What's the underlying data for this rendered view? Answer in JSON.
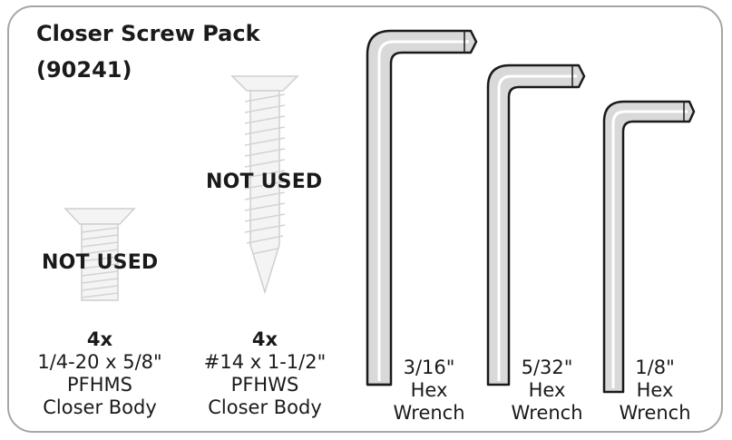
{
  "header": {
    "title": "Closer Screw Pack",
    "part_number": "(90241)"
  },
  "screws": [
    {
      "status": "NOT USED",
      "quantity": "4x",
      "size": "1/4-20 x 5/8\"",
      "type": "PFHMS",
      "use": "Closer Body"
    },
    {
      "status": "NOT USED",
      "quantity": "4x",
      "size": "#14 x 1-1/2\"",
      "type": "PFHWS",
      "use": "Closer Body"
    }
  ],
  "wrenches": [
    {
      "size": "3/16\"",
      "line2": "Hex",
      "line3": "Wrench"
    },
    {
      "size": "5/32\"",
      "line2": "Hex",
      "line3": "Wrench"
    },
    {
      "size": "1/8\"",
      "line2": "Hex",
      "line3": "Wrench"
    }
  ],
  "colors": {
    "outline": "#a6a6a6",
    "text": "#1a1a1a",
    "metal": "#d9d9d9",
    "screw_faded": "#cccccc"
  }
}
